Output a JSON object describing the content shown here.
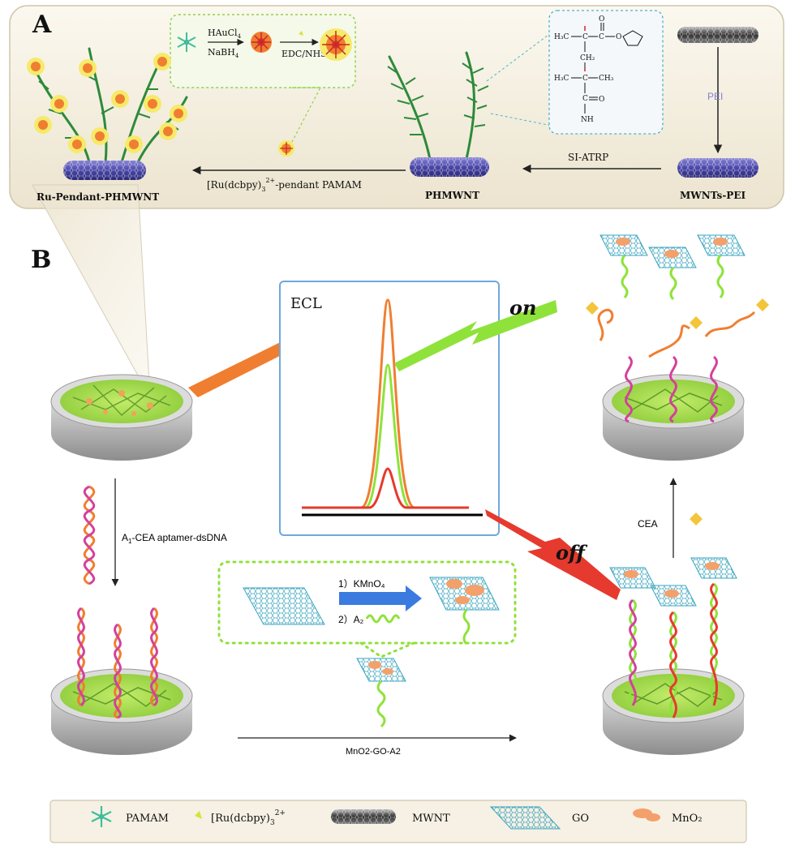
{
  "panel_a": {
    "letter": "A",
    "inset": {
      "hauc": "HAuCl",
      "hauc_sub": "4",
      "nabh": "NaBH",
      "nabh_sub": "4",
      "edc": "EDC/NHS"
    },
    "chem": {
      "h3c_top": "H₃C",
      "c1": "C",
      "c_eq": "C",
      "o1": "O",
      "o2": "O",
      "ch2": "CH₂",
      "h3c_mid": "H₃C",
      "c2": "C",
      "ch3": "CH₃",
      "c3": "C",
      "o3": "O",
      "nh": "NH"
    },
    "pei": "PEI",
    "si_atrp": "SI-ATRP",
    "pendant_label": "[Ru(dcbpy)",
    "pendant_sub": "3",
    "pendant_sup": "2+",
    "pendant_tail": "-pendant PAMAM",
    "label_ru": "Ru-Pendant-PHMWNT",
    "label_ph": "PHMWNT",
    "label_mw": "MWNTs-PEI"
  },
  "panel_b": {
    "letter": "B",
    "ecl": "ECL",
    "on": "on",
    "off": "off",
    "a1_prefix": "A",
    "a1_sub": "1",
    "a1_tail": "-CEA aptamer-dsDNA",
    "step1": "1）KMnO₄",
    "step2": "2）A₂",
    "mno2_go": "MnO2-GO-A2",
    "cea": "CEA"
  },
  "legend": {
    "pamam": "PAMAM",
    "ru_pre": "[Ru(dcbpy)",
    "ru_sub": "3",
    "ru_sup": "2+",
    "mwnt": "MWNT",
    "go": "GO",
    "mno2": "MnO₂"
  },
  "colors": {
    "panel_bg": "#f6f1e4",
    "frame": "#5b89b5",
    "green_disk": "#9fd34a",
    "orange": "#f07e30",
    "bright_green": "#8fe23a",
    "red": "#e63a2e",
    "magenta": "#d4419b",
    "arrow_blue": "#3b7be0",
    "go_teal": "#4fb3c8"
  }
}
